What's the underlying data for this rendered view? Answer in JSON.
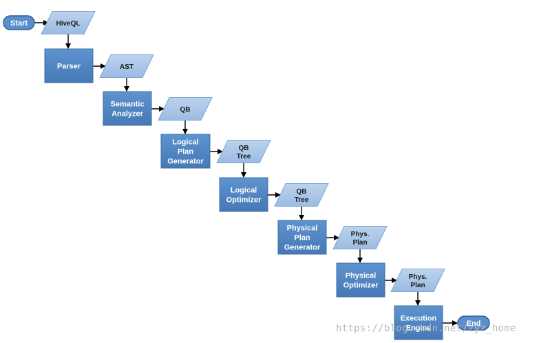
{
  "start": "Start",
  "end": "End",
  "processes": [
    {
      "lines": [
        "Parser"
      ]
    },
    {
      "lines": [
        "Semantic",
        "Analyzer"
      ]
    },
    {
      "lines": [
        "Logical",
        "Plan",
        "Generator"
      ]
    },
    {
      "lines": [
        "Logical",
        "Optimizer"
      ]
    },
    {
      "lines": [
        "Physical",
        "Plan",
        "Generator"
      ]
    },
    {
      "lines": [
        "Physical",
        "Optimizer"
      ]
    },
    {
      "lines": [
        "Execution",
        "Engine"
      ]
    }
  ],
  "data_items": [
    {
      "lines": [
        "HiveQL"
      ]
    },
    {
      "lines": [
        "AST"
      ]
    },
    {
      "lines": [
        "QB"
      ]
    },
    {
      "lines": [
        "QB",
        "Tree"
      ]
    },
    {
      "lines": [
        "QB",
        "Tree"
      ]
    },
    {
      "lines": [
        "Phys.",
        "Plan"
      ]
    },
    {
      "lines": [
        "Phys.",
        "Plan"
      ]
    }
  ],
  "watermark": "https://blog.csdn.net/zyz_home",
  "colors": {
    "process_fill": "#4f85c0",
    "process_stroke": "#3d6fa6",
    "data_fill": "#a9c4e6",
    "data_stroke": "#7ea4d0",
    "terminal_fill": "#5b8fcb",
    "terminal_stroke": "#2f5f99"
  }
}
